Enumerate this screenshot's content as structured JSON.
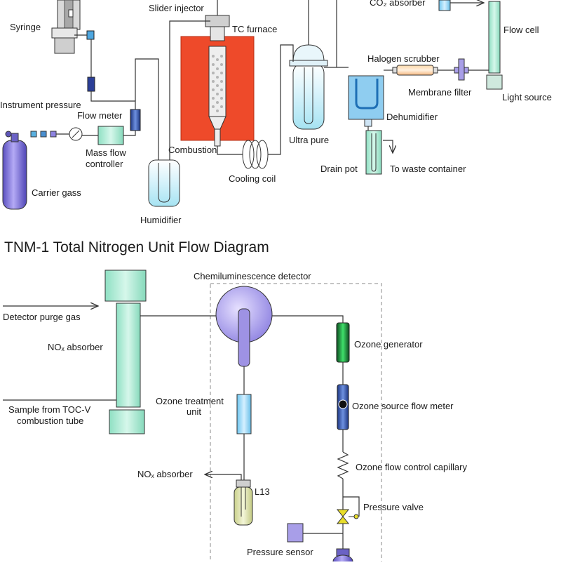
{
  "top_diagram": {
    "labels": {
      "syringe": "Syringe",
      "slider_injector": "Slider injector",
      "tc_furnace": "TC furnace",
      "co2_absorber": "CO₂ absorber",
      "flow_cell": "Flow cell",
      "halogen_scrubber": "Halogen scrubber",
      "membrane_filter": "Membrane filter",
      "light_source": "Light source",
      "instrument_pressure": "Instrument pressure",
      "flow_meter": "Flow meter",
      "dehumidifier": "Dehumidifier",
      "mass_flow_controller_1": "Mass flow",
      "mass_flow_controller_2": "controller",
      "combustion": "Combustion",
      "ultra_pure": "Ultra pure",
      "drain_pot": "Drain pot",
      "to_waste_container": "To waste container",
      "cooling_coil": "Cooling coil",
      "carrier_gas": "Carrier gass",
      "humidifier": "Humidifier"
    }
  },
  "bottom_diagram": {
    "title": "TNM-1 Total Nitrogen Unit Flow Diagram",
    "labels": {
      "chemiluminescence_detector": "Chemiluminescence detector",
      "detector_purge_gas": "Detector purge gas",
      "nox_absorber": "NOₓ absorber",
      "ozone_generator": "Ozone generator",
      "sample_from_toc_1": "Sample from TOC-V",
      "sample_from_toc_2": "combustion tube",
      "ozone_treatment_unit_1": "Ozone treatment",
      "ozone_treatment_unit_2": "unit",
      "ozone_source_flow_meter": "Ozone source flow meter",
      "ozone_flow_control_capillary": "Ozone flow control capillary",
      "nox_absorber_outlet": "NOₓ absorber",
      "l13": "L13",
      "pressure_valve": "Pressure valve",
      "pressure_sensor": "Pressure sensor"
    }
  },
  "colors": {
    "furnace": "#ee4a2a",
    "absorber": "#a9ead2",
    "detector": "#9e92e4",
    "ozone_generator": "#2bbf55",
    "flow_meter": "#3a5fb0",
    "cylinder": "#7f74d9",
    "bottle": "#dde4a9"
  }
}
